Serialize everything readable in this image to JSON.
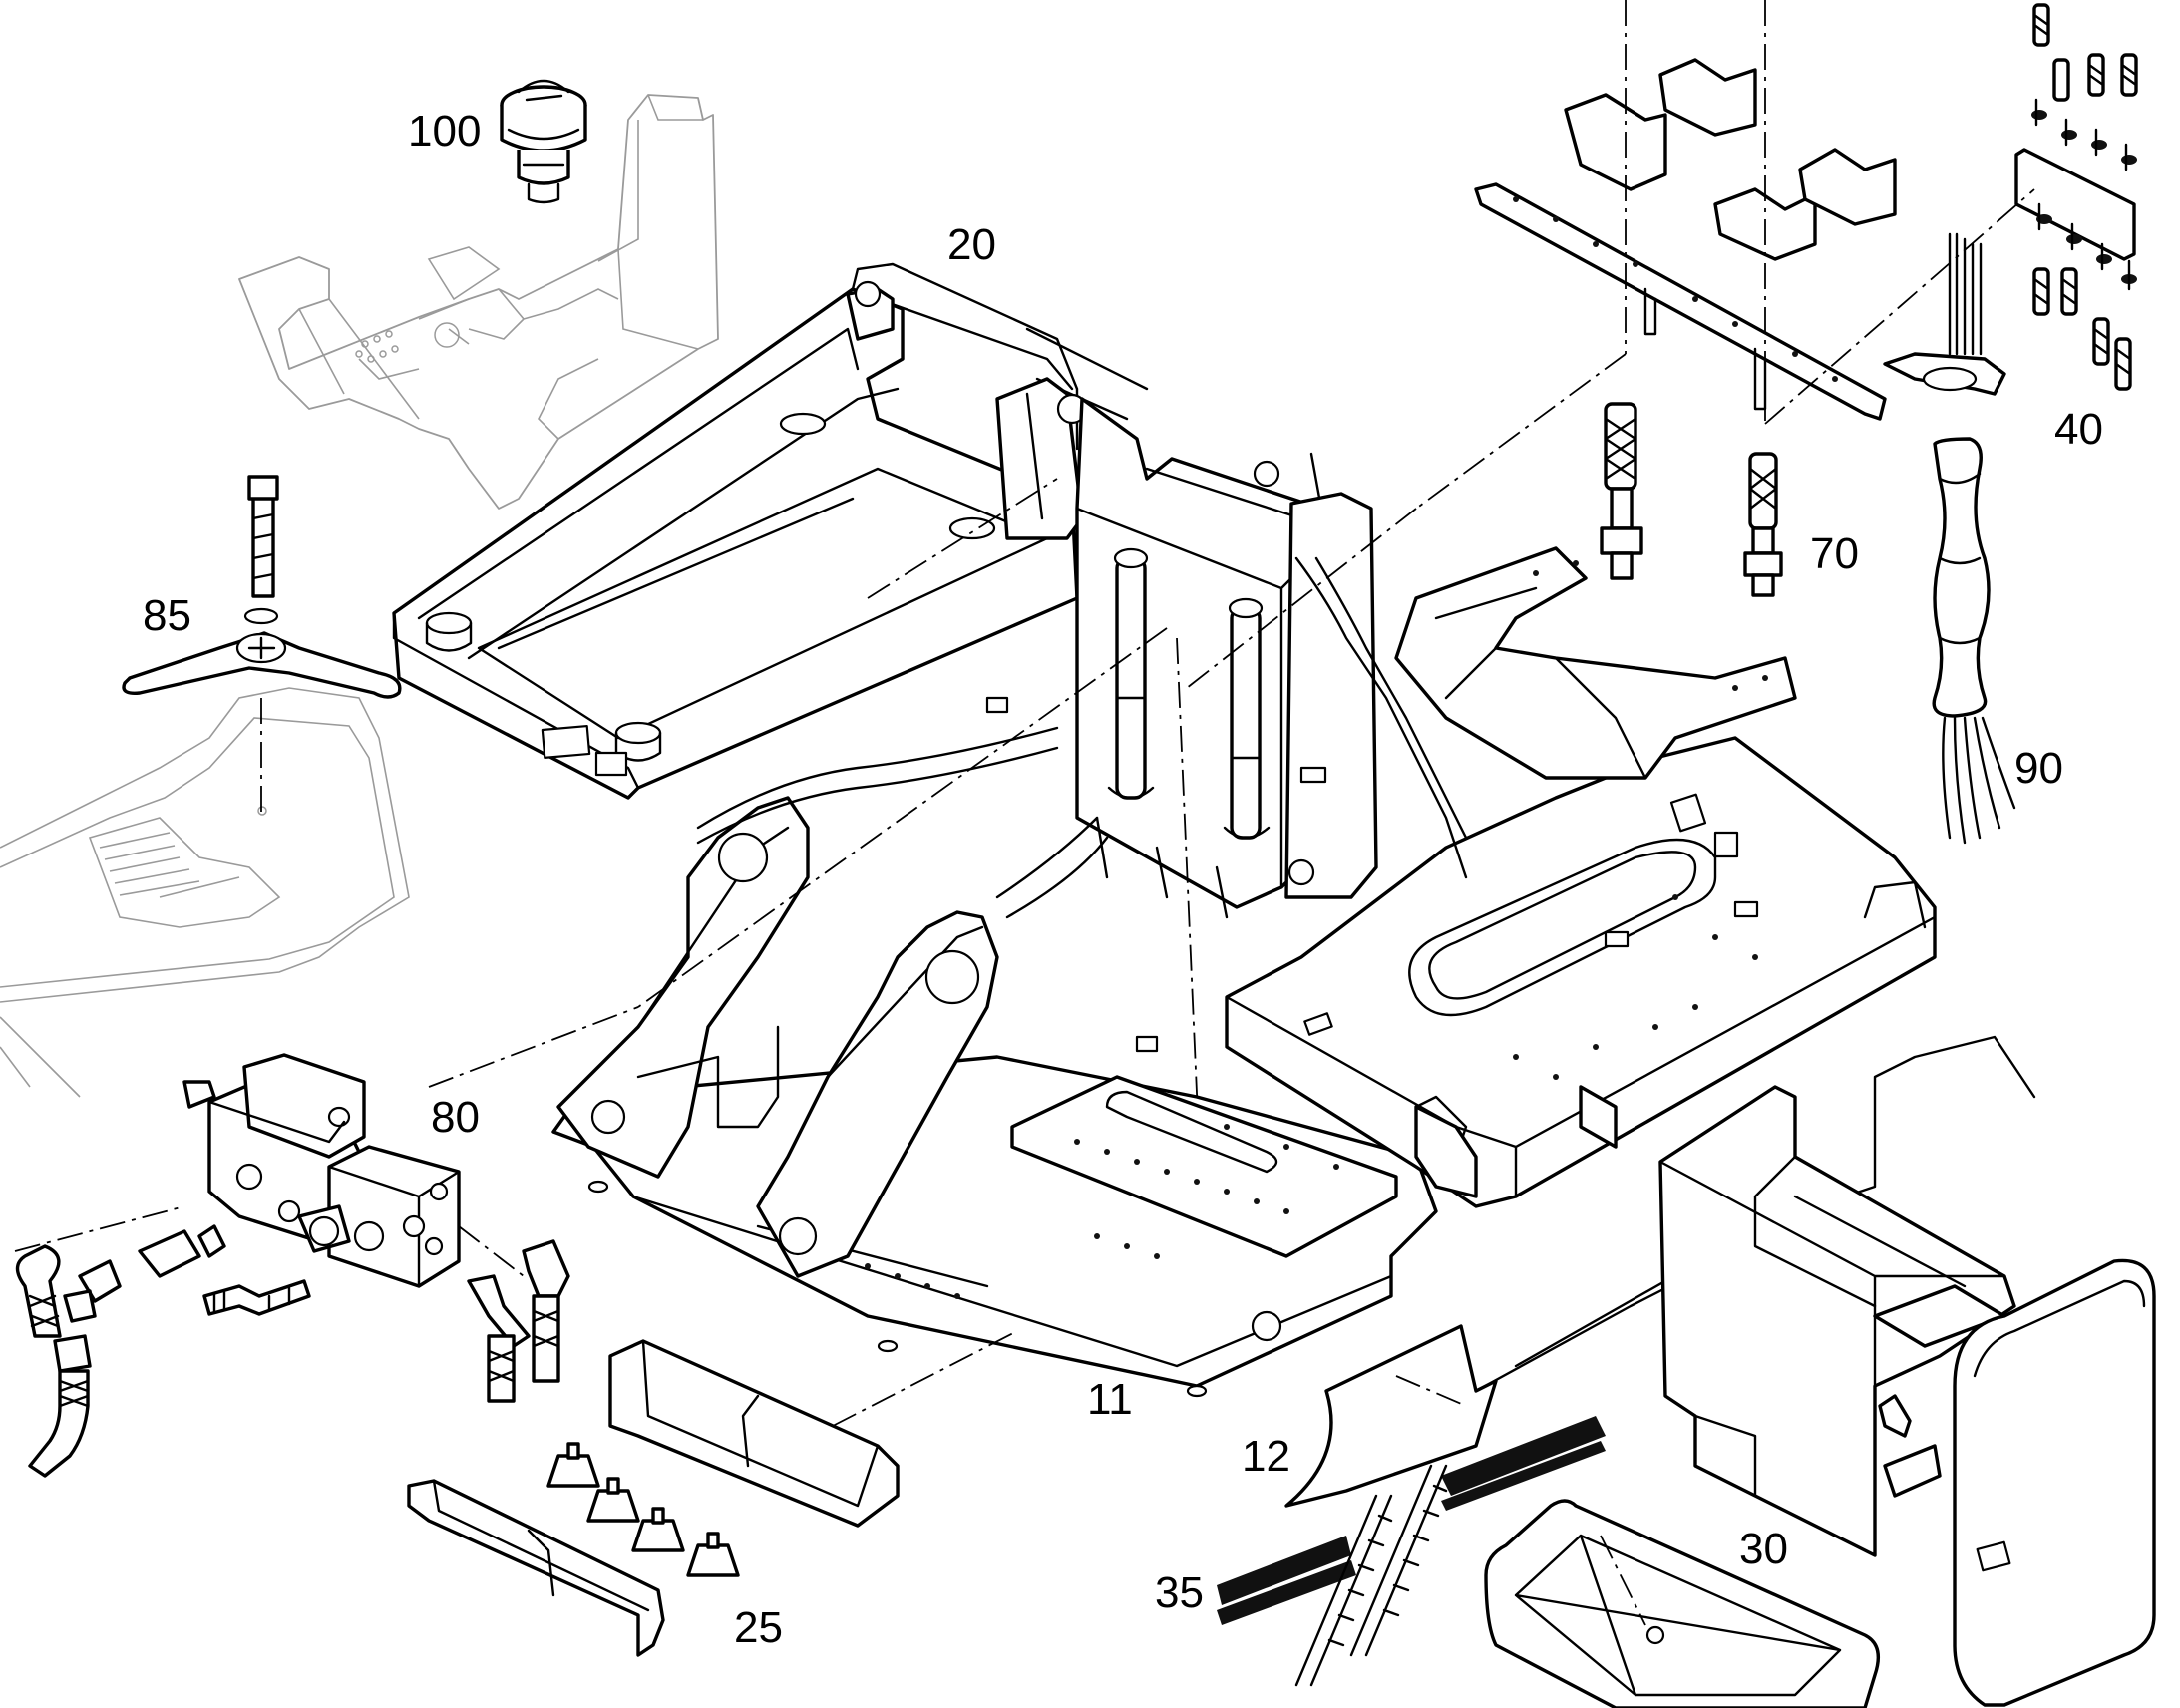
{
  "diagram": {
    "callouts": [
      {
        "id": "callout-100",
        "label": "100"
      },
      {
        "id": "callout-20",
        "label": "20"
      },
      {
        "id": "callout-85",
        "label": "85"
      },
      {
        "id": "callout-70",
        "label": "70"
      },
      {
        "id": "callout-40",
        "label": "40"
      },
      {
        "id": "callout-90",
        "label": "90"
      },
      {
        "id": "callout-80",
        "label": "80"
      },
      {
        "id": "callout-11",
        "label": "11"
      },
      {
        "id": "callout-12",
        "label": "12"
      },
      {
        "id": "callout-30",
        "label": "30"
      },
      {
        "id": "callout-35",
        "label": "35"
      },
      {
        "id": "callout-25",
        "label": "25"
      }
    ],
    "colors": {
      "line": "#000000",
      "ghost": "#9a9a9a",
      "background": "#ffffff"
    }
  }
}
